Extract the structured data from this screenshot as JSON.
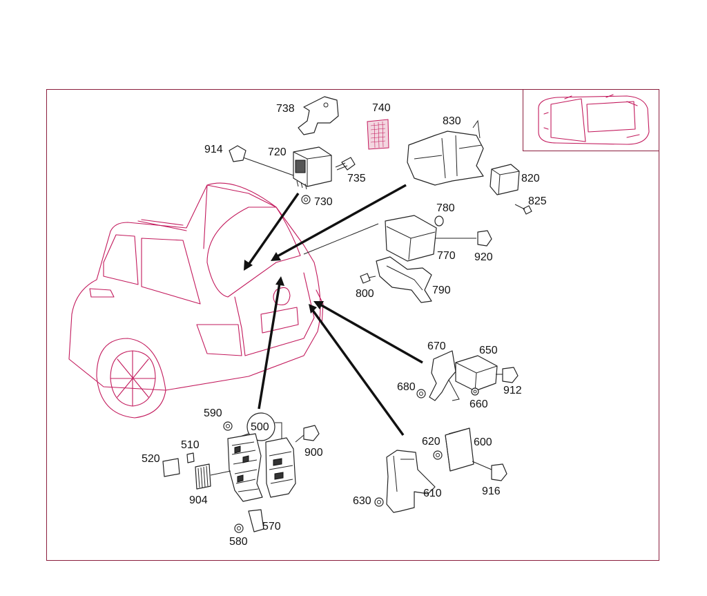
{
  "labels": {
    "p500": "500",
    "p510": "510",
    "p520": "520",
    "p570": "570",
    "p580": "580",
    "p590": "590",
    "p600": "600",
    "p610": "610",
    "p620": "620",
    "p630": "630",
    "p650": "650",
    "p660": "660",
    "p670": "670",
    "p680": "680",
    "p720": "720",
    "p730": "730",
    "p735": "735",
    "p738": "738",
    "p740": "740",
    "p770": "770",
    "p780": "780",
    "p790": "790",
    "p800": "800",
    "p820": "820",
    "p825": "825",
    "p830": "830",
    "p900": "900",
    "p904": "904",
    "p912": "912",
    "p914": "914",
    "p916": "916",
    "p920": "920"
  },
  "colors": {
    "frame": "#8a1c3c",
    "vehicle_outline": "#c2185b",
    "parts": "#222222"
  },
  "icons": {
    "inset": "vehicle-overview-icon",
    "main": "rear-vehicle-icon"
  }
}
